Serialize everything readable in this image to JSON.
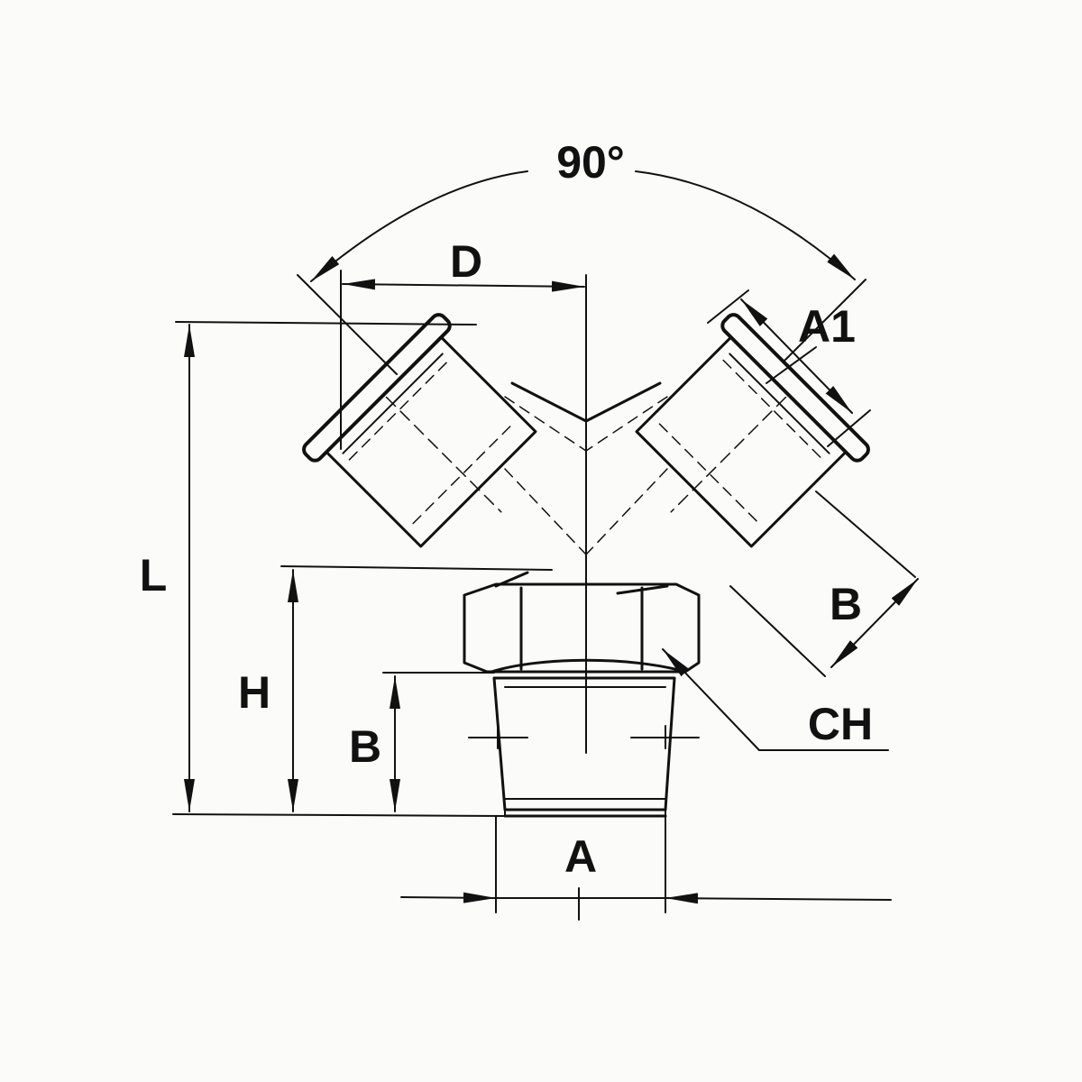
{
  "labels": {
    "angle": "90°",
    "D": "D",
    "A1": "A1",
    "L": "L",
    "H": "H",
    "B_left": "B",
    "B_right": "B",
    "CH": "CH",
    "A": "A"
  },
  "colors": {
    "ink": "#111111",
    "paper": "#fbfbf9"
  }
}
